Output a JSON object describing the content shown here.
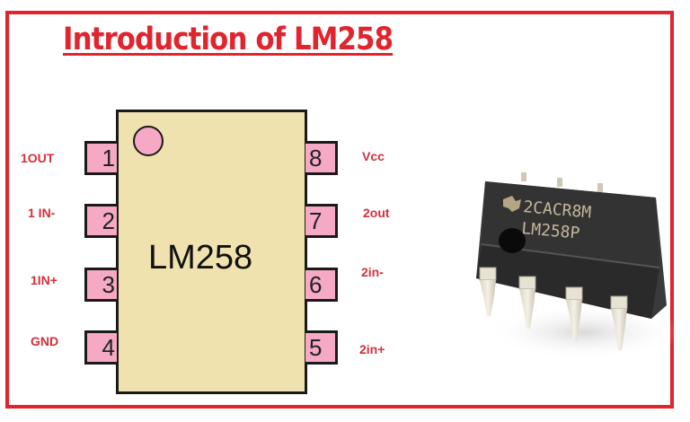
{
  "title": "Introduction of LM258",
  "chip": {
    "label": "LM258",
    "pins_left": [
      {
        "number": "1",
        "name": "1OUT"
      },
      {
        "number": "2",
        "name": "1 IN-"
      },
      {
        "number": "3",
        "name": "1IN+"
      },
      {
        "number": "4",
        "name": "GND"
      }
    ],
    "pins_right": [
      {
        "number": "8",
        "name": "Vcc"
      },
      {
        "number": "7",
        "name": "2out"
      },
      {
        "number": "6",
        "name": "2in-"
      },
      {
        "number": "5",
        "name": "2in+"
      }
    ]
  },
  "photo": {
    "marking_line1": "2CACR8M",
    "marking_line2": "LM258P"
  },
  "colors": {
    "accent": "#e0252f",
    "chip_body": "#efe2ae",
    "pin_fill": "#f5a9c4",
    "label_red": "#d62f3a"
  }
}
